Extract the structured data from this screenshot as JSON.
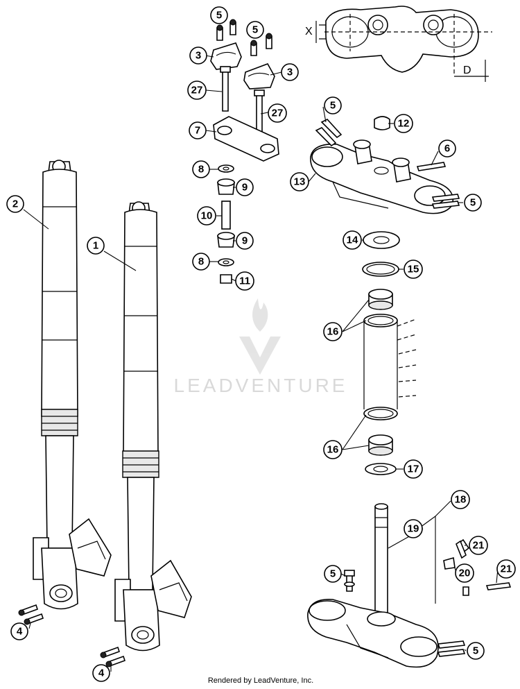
{
  "callouts": {
    "c1": "1",
    "c2": "2",
    "c3a": "3",
    "c3b": "3",
    "c4a": "4",
    "c4b": "4",
    "c5a": "5",
    "c5b": "5",
    "c5c": "5",
    "c5d": "5",
    "c5e": "5",
    "c5f": "5",
    "c6": "6",
    "c7": "7",
    "c8a": "8",
    "c8b": "8",
    "c9a": "9",
    "c9b": "9",
    "c10": "10",
    "c11": "11",
    "c12": "12",
    "c13": "13",
    "c14": "14",
    "c15": "15",
    "c16a": "16",
    "c16b": "16",
    "c17": "17",
    "c18": "18",
    "c19": "19",
    "c20": "20",
    "c21a": "21",
    "c21b": "21",
    "c27a": "27",
    "c27b": "27"
  },
  "dimensions": {
    "x_label": "X",
    "d_label": "D"
  },
  "watermark": {
    "text": "LEADVENTURE"
  },
  "footer": {
    "credit": "Rendered by LeadVenture, Inc."
  }
}
